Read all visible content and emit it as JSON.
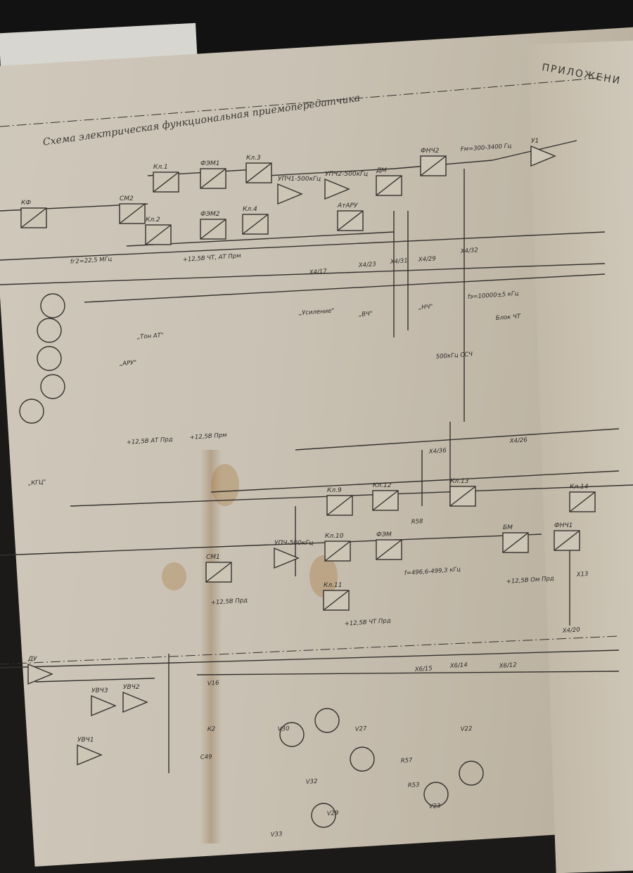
{
  "document": {
    "title": "Схема электрическая функциональная приемопередатчика",
    "appendix_heading": "ПРИЛОЖЕНИ"
  },
  "blocks": [
    {
      "label": "Кл.1"
    },
    {
      "label": "ФЭМ1"
    },
    {
      "label": "Кл.3"
    },
    {
      "label": "УПЧ1-500кГц"
    },
    {
      "label": "УПЧ2-500кГц"
    },
    {
      "label": "ДМ"
    },
    {
      "label": "ФНЧ2"
    },
    {
      "label": "У1"
    },
    {
      "label": "Кл.2"
    },
    {
      "label": "ФЭМ2"
    },
    {
      "label": "Кл.4"
    },
    {
      "label": "АтАРУ"
    },
    {
      "label": "КФ"
    },
    {
      "label": "СМ2"
    },
    {
      "label": "СМ1"
    },
    {
      "label": "УПЧ-500кГц"
    },
    {
      "label": "Кл.9"
    },
    {
      "label": "Кл.12"
    },
    {
      "label": "Кл.13"
    },
    {
      "label": "Кл.10"
    },
    {
      "label": "ФЭМ"
    },
    {
      "label": "Кл.11"
    },
    {
      "label": "БМ"
    },
    {
      "label": "ФНЧ1"
    },
    {
      "label": "ДУ"
    },
    {
      "label": "УВЧ3"
    },
    {
      "label": "УВЧ2"
    },
    {
      "label": "УВЧ1"
    },
    {
      "label": "Кл.14"
    }
  ],
  "annotations": [
    "Fм=300-3400 Гц",
    "f=496,6-499,3 кГц",
    "+12,5В Прд",
    "+12,5В ЧТ, АТ Прм",
    "fг2=22,5 МГц",
    "+12,5В Ом Прд",
    "+12,5В АТ Прд",
    "+12,5В ЧТ Прд",
    "„Усиление\"",
    "„ВЧ\"",
    "„НЧ\"",
    "„АРУ\"",
    "„Тон АТ\"",
    "fэ=10000±5 кГц",
    "Блок ЧТ",
    "500кГц ССЧ",
    "+12,5В Прм",
    "X4/17",
    "X4/23",
    "X4/31",
    "X4/29",
    "X4/32",
    "X4/36",
    "X4/26",
    "X6/15",
    "X6/14",
    "X6/12",
    "X4/20",
    "V16",
    "V30",
    "V27",
    "V22",
    "V23",
    "V29",
    "V32",
    "V33",
    "R57",
    "R53",
    "R58",
    "X13",
    "К2",
    "С49",
    "„КГЦ\""
  ]
}
